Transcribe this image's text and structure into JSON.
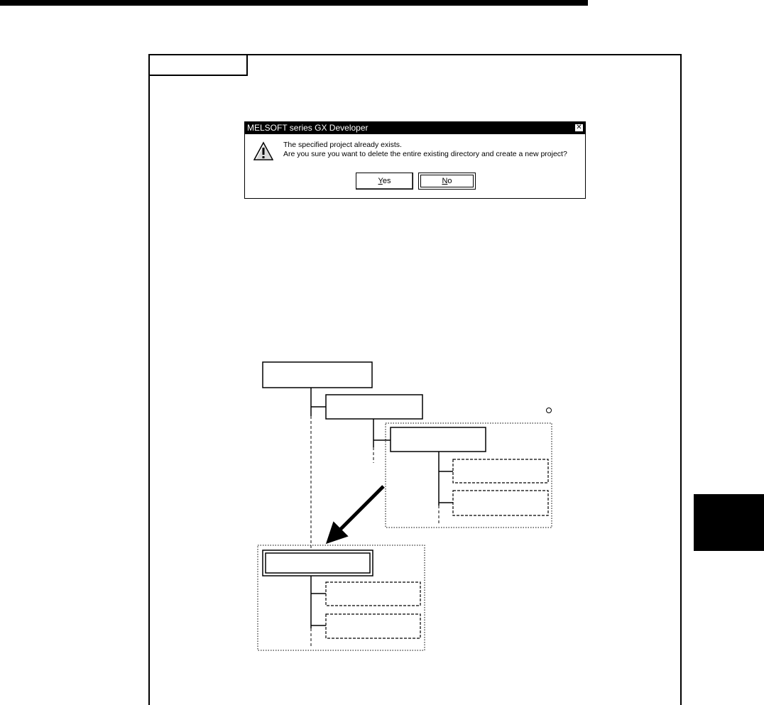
{
  "dialog": {
    "title": "MELSOFT series GX Developer",
    "close_glyph": "✕",
    "message_line1": "The specified project already exists.",
    "message_line2": "Are you sure you want to delete the entire existing directory and  create a new project?",
    "yes_mnemonic": "Y",
    "yes_rest": "es",
    "no_mnemonic": "N",
    "no_rest": "o"
  },
  "icons": {
    "warning": "warning-icon",
    "close": "close-icon",
    "arrow": "arrow-icon"
  },
  "colors": {
    "title_bar": "#000000",
    "ink": "#000000",
    "background": "#ffffff"
  }
}
